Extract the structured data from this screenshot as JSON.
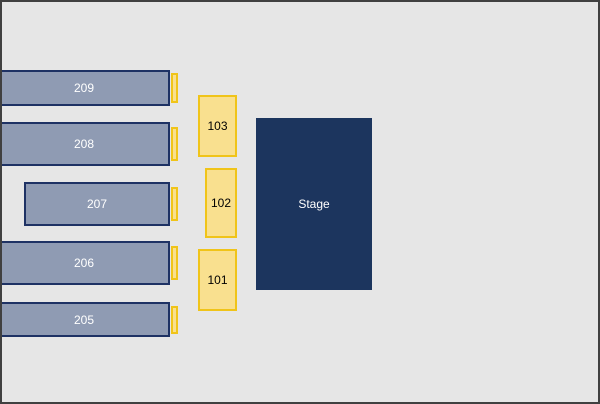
{
  "venue": {
    "upper_sections": [
      {
        "id": "209",
        "label": "209"
      },
      {
        "id": "208",
        "label": "208"
      },
      {
        "id": "207",
        "label": "207"
      },
      {
        "id": "206",
        "label": "206"
      },
      {
        "id": "205",
        "label": "205"
      }
    ],
    "floor_sections": [
      {
        "id": "103",
        "label": "103"
      },
      {
        "id": "102",
        "label": "102"
      },
      {
        "id": "101",
        "label": "101"
      }
    ],
    "stage_label": "Stage"
  },
  "colors": {
    "background": "#e6e6e6",
    "frame": "#404040",
    "upper_fill": "#8f9bb3",
    "upper_border": "#1e3264",
    "floor_fill": "#f9e08f",
    "floor_border": "#f0c419",
    "stage_fill": "#1c355e"
  }
}
